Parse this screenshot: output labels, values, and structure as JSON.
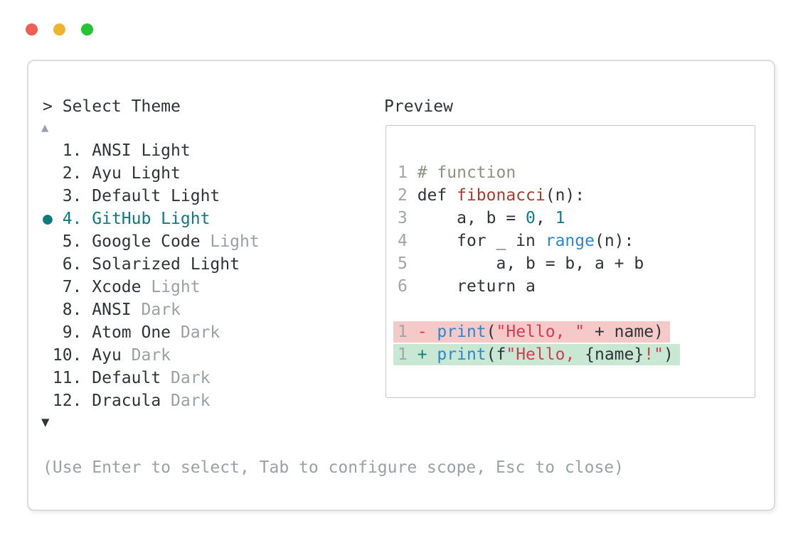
{
  "window": {
    "traffic_lights": [
      {
        "name": "close",
        "color": "#f25d54"
      },
      {
        "name": "minimize",
        "color": "#f0b32c"
      },
      {
        "name": "zoom",
        "color": "#26c335"
      }
    ]
  },
  "palette": {
    "dark": "#2f3439",
    "muted": "#9aa0a6",
    "selected": "#0e7a7d",
    "lineno": "#a1a5a9",
    "comment": "#8b9383",
    "func_def": "#a63c2e",
    "number": "#0f7e87",
    "call": "#2f87c9",
    "string": "#d63c4f",
    "removed_sign": "#d04046",
    "added_sign": "#13826f",
    "removed_bg": "#f6c9c9",
    "added_bg": "#c9e8d4"
  },
  "picker": {
    "title": "> Select Theme",
    "up_arrow": "▲",
    "down_arrow": "▼",
    "selected_marker": "●",
    "items": [
      {
        "num": "1.",
        "selected": false,
        "parts": [
          {
            "t": "ANSI Light",
            "c": "dark"
          }
        ]
      },
      {
        "num": "2.",
        "selected": false,
        "parts": [
          {
            "t": "Ayu Light",
            "c": "dark"
          }
        ]
      },
      {
        "num": "3.",
        "selected": false,
        "parts": [
          {
            "t": "Default Light",
            "c": "dark"
          }
        ]
      },
      {
        "num": "4.",
        "selected": true,
        "parts": [
          {
            "t": "GitHub Light",
            "c": "selected"
          }
        ]
      },
      {
        "num": "5.",
        "selected": false,
        "parts": [
          {
            "t": "Google Code ",
            "c": "dark"
          },
          {
            "t": "Light",
            "c": "muted"
          }
        ]
      },
      {
        "num": "6.",
        "selected": false,
        "parts": [
          {
            "t": "Solarized Light",
            "c": "dark"
          }
        ]
      },
      {
        "num": "7.",
        "selected": false,
        "parts": [
          {
            "t": "Xcode ",
            "c": "dark"
          },
          {
            "t": "Light",
            "c": "muted"
          }
        ]
      },
      {
        "num": "8.",
        "selected": false,
        "parts": [
          {
            "t": "ANSI ",
            "c": "dark"
          },
          {
            "t": "Dark",
            "c": "muted"
          }
        ]
      },
      {
        "num": "9.",
        "selected": false,
        "parts": [
          {
            "t": "Atom One ",
            "c": "dark"
          },
          {
            "t": "Dark",
            "c": "muted"
          }
        ]
      },
      {
        "num": "10.",
        "selected": false,
        "parts": [
          {
            "t": "Ayu ",
            "c": "dark"
          },
          {
            "t": "Dark",
            "c": "muted"
          }
        ]
      },
      {
        "num": "11.",
        "selected": false,
        "parts": [
          {
            "t": "Default ",
            "c": "dark"
          },
          {
            "t": "Dark",
            "c": "muted"
          }
        ]
      },
      {
        "num": "12.",
        "selected": false,
        "parts": [
          {
            "t": "Dracula ",
            "c": "dark"
          },
          {
            "t": "Dark",
            "c": "muted"
          }
        ]
      }
    ],
    "hint": "(Use Enter to select, Tab to configure scope, Esc to close)"
  },
  "preview": {
    "title": "Preview",
    "code_lines": [
      {
        "num": "1",
        "diff": null,
        "tokens": [
          {
            "t": "# function",
            "c": "comment"
          }
        ]
      },
      {
        "num": "2",
        "diff": null,
        "tokens": [
          {
            "t": "def ",
            "c": "dark"
          },
          {
            "t": "fibonacci",
            "c": "func_def"
          },
          {
            "t": "(n):",
            "c": "dark"
          }
        ]
      },
      {
        "num": "3",
        "diff": null,
        "tokens": [
          {
            "t": "    a, b = ",
            "c": "dark"
          },
          {
            "t": "0",
            "c": "number"
          },
          {
            "t": ", ",
            "c": "dark"
          },
          {
            "t": "1",
            "c": "number"
          }
        ]
      },
      {
        "num": "4",
        "diff": null,
        "tokens": [
          {
            "t": "    for _ in ",
            "c": "dark"
          },
          {
            "t": "range",
            "c": "call"
          },
          {
            "t": "(n):",
            "c": "dark"
          }
        ]
      },
      {
        "num": "5",
        "diff": null,
        "tokens": [
          {
            "t": "        a, b = b, a + b",
            "c": "dark"
          }
        ]
      },
      {
        "num": "6",
        "diff": null,
        "tokens": [
          {
            "t": "    return a",
            "c": "dark"
          }
        ]
      },
      {
        "num": "",
        "diff": null,
        "tokens": []
      },
      {
        "num": "1",
        "diff": "removed",
        "tokens": [
          {
            "t": "- ",
            "c": "removed_sign"
          },
          {
            "t": "print",
            "c": "call"
          },
          {
            "t": "(",
            "c": "dark"
          },
          {
            "t": "\"Hello, \"",
            "c": "string"
          },
          {
            "t": " + name)",
            "c": "dark"
          }
        ]
      },
      {
        "num": "1",
        "diff": "added",
        "tokens": [
          {
            "t": "+ ",
            "c": "added_sign"
          },
          {
            "t": "print",
            "c": "call"
          },
          {
            "t": "(f",
            "c": "dark"
          },
          {
            "t": "\"Hello, ",
            "c": "string"
          },
          {
            "t": "{name}",
            "c": "dark"
          },
          {
            "t": "!\"",
            "c": "string"
          },
          {
            "t": ")",
            "c": "dark"
          }
        ]
      }
    ]
  }
}
